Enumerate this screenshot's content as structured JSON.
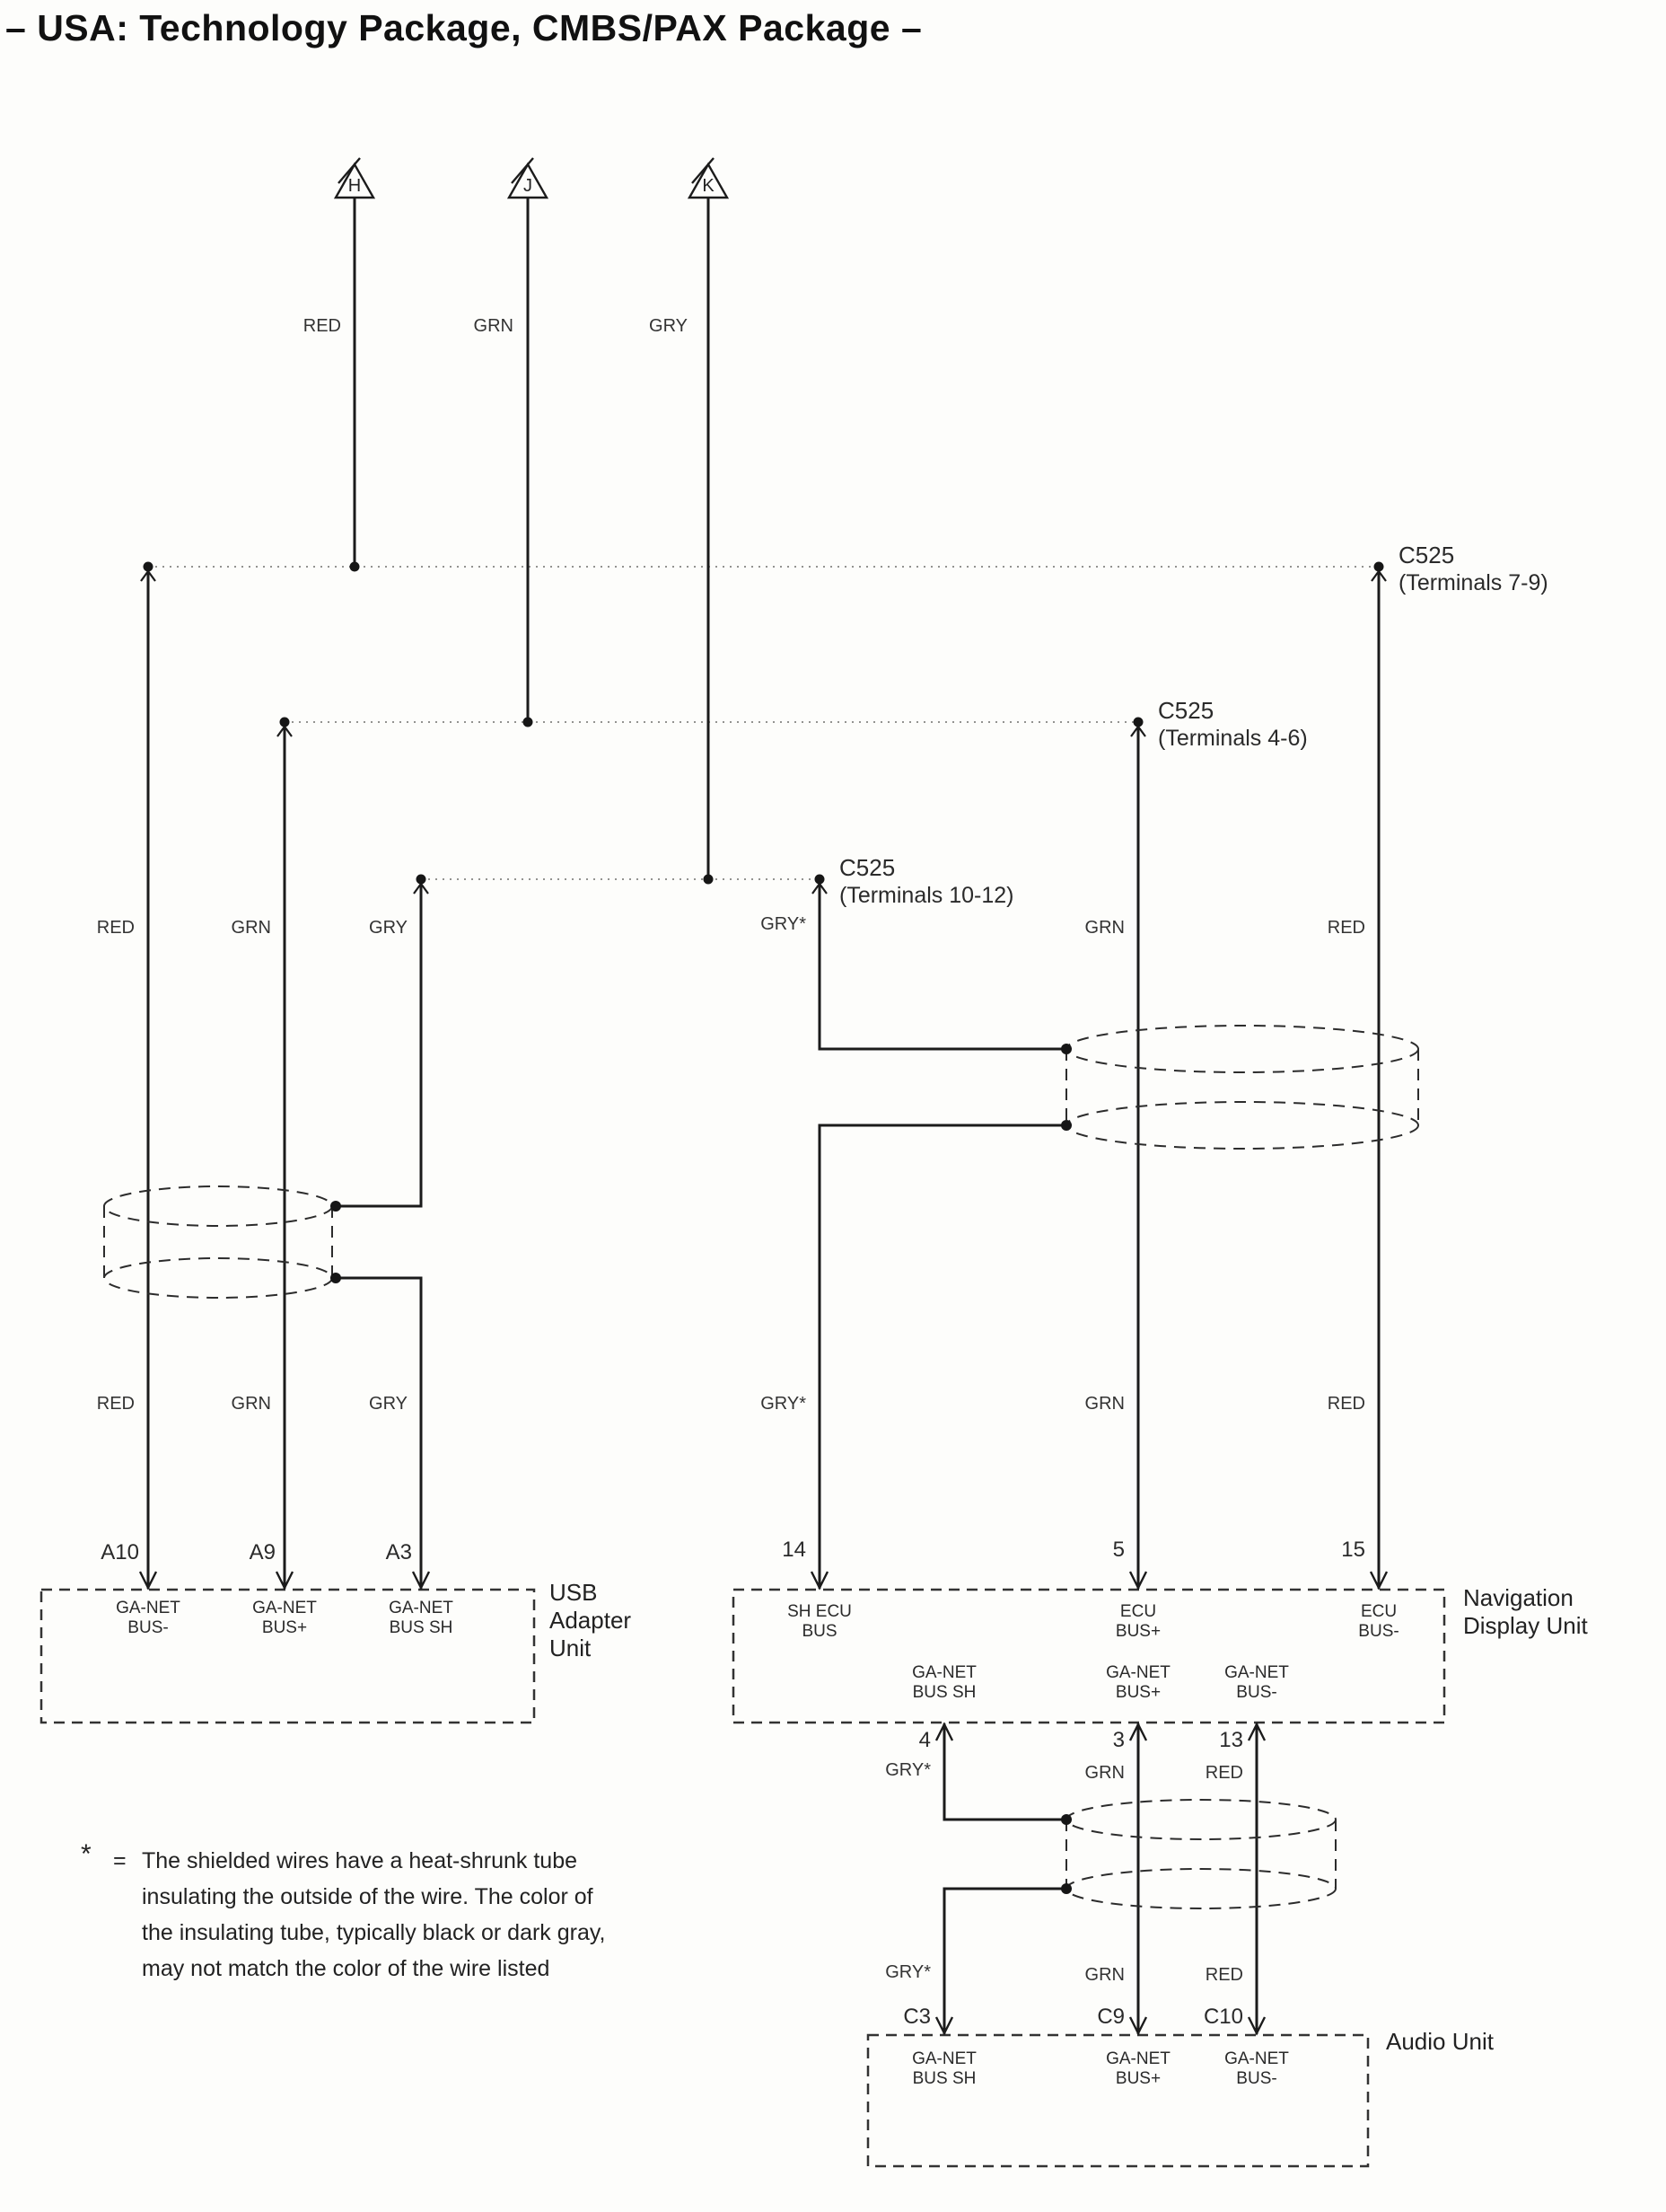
{
  "title": "– USA: Technology Package, CMBS/PAX Package –",
  "connectors": {
    "h": "H",
    "j": "J",
    "k": "K"
  },
  "wire_colors": {
    "red": "RED",
    "grn": "GRN",
    "gry": "GRY",
    "gry_star": "GRY*"
  },
  "c525": {
    "t79": {
      "name": "C525",
      "terminals": "(Terminals 7-9)"
    },
    "t46": {
      "name": "C525",
      "terminals": "(Terminals 4-6)"
    },
    "t1012": {
      "name": "C525",
      "terminals": "(Terminals 10-12)"
    }
  },
  "usb_unit": {
    "name_lines": [
      "USB",
      "Adapter",
      "Unit"
    ],
    "pins": [
      {
        "id": "A10",
        "label_line1": "GA-NET",
        "label_line2": "BUS-"
      },
      {
        "id": "A9",
        "label_line1": "GA-NET",
        "label_line2": "BUS+"
      },
      {
        "id": "A3",
        "label_line1": "GA-NET",
        "label_line2": "BUS SH"
      }
    ]
  },
  "nav_unit": {
    "name_lines": [
      "Navigation",
      "Display Unit"
    ],
    "top_pins": [
      {
        "id": "14",
        "label_line1": "SH ECU",
        "label_line2": "BUS"
      },
      {
        "id": "5",
        "label_line1": "ECU",
        "label_line2": "BUS+"
      },
      {
        "id": "15",
        "label_line1": "ECU",
        "label_line2": "BUS-"
      }
    ],
    "bottom_pins": [
      {
        "id": "4",
        "label_line1": "GA-NET",
        "label_line2": "BUS SH"
      },
      {
        "id": "3",
        "label_line1": "GA-NET",
        "label_line2": "BUS+"
      },
      {
        "id": "13",
        "label_line1": "GA-NET",
        "label_line2": "BUS-"
      }
    ]
  },
  "audio_unit": {
    "name": "Audio Unit",
    "pins": [
      {
        "id": "C3",
        "label_line1": "GA-NET",
        "label_line2": "BUS SH"
      },
      {
        "id": "C9",
        "label_line1": "GA-NET",
        "label_line2": "BUS+"
      },
      {
        "id": "C10",
        "label_line1": "GA-NET",
        "label_line2": "BUS-"
      }
    ]
  },
  "footnote": {
    "marker": "*",
    "equals": "=",
    "lines": [
      "The shielded wires have a heat-shrunk tube",
      "insulating the outside of the wire.  The color of",
      "the insulating tube, typically black or dark gray,",
      "may not match the color of the wire listed"
    ]
  }
}
